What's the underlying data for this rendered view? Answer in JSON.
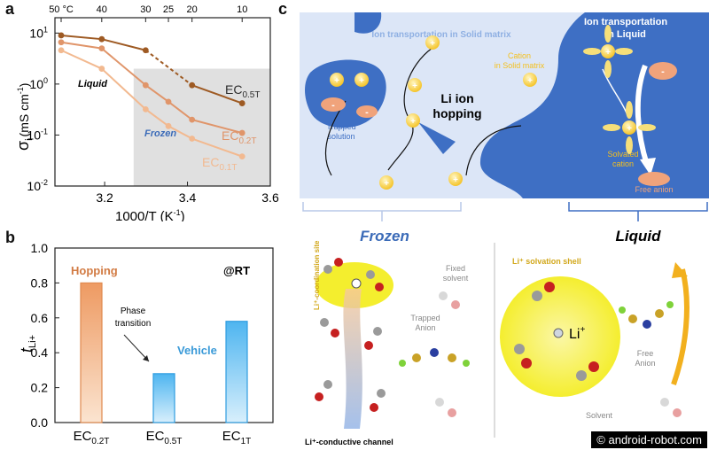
{
  "panel_a": {
    "letter": "a",
    "top_axis": {
      "labels": [
        "50 °C",
        "40",
        "30",
        "25",
        "20",
        "10"
      ],
      "x": [
        3.095,
        3.193,
        3.299,
        3.354,
        3.411,
        3.532
      ]
    },
    "ylabel": "σ",
    "ylabel_sub": "i",
    "ylabel_unit": "(mS cm",
    "ylabel_unit_sup": "-1",
    "ylabel_unit_end": ")",
    "xlabel": "1000/T (K",
    "xlabel_sup": "-1",
    "xlabel_end": ")",
    "liquid_label": "Liquid",
    "frozen_label": "Frozen"
  },
  "panel_b": {
    "letter": "b",
    "ylabel": "t",
    "ylabel_sub": "Li+",
    "rt_label": "@RT",
    "hopping_label": "Hopping",
    "vehicle_label": "Vehicle",
    "phase_label_1": "Phase",
    "phase_label_2": "transition"
  },
  "panel_c": {
    "letter": "c",
    "ion_solid": "Ion transportation in Solid matrix",
    "ion_liquid_1": "Ion transportation",
    "ion_liquid_2": "in Liquid",
    "cation_solid_1": "Cation",
    "cation_solid_2": "in Solid matrix",
    "li_hop_1": "Li ion",
    "li_hop_2": "hopping",
    "trapped_1": "Trapped",
    "trapped_2": "solution",
    "solvated_1": "Solvated",
    "solvated_2": "cation",
    "free_anion": "Free anion",
    "plus": "+",
    "minus": "-",
    "frozen_title": "Frozen",
    "liquid_title": "Liquid",
    "coord_site": "Li⁺-coordination site",
    "fixed_1": "Fixed",
    "fixed_2": "solvent",
    "trapped_anion_1": "Trapped",
    "trapped_anion_2": "Anion",
    "channel": "Li⁺-conductive channel",
    "solv_shell": "Li⁺ solvation shell",
    "li_center": "Li",
    "li_center_sup": "+",
    "free_anion_2_1": "Free",
    "free_anion_2_2": "Anion",
    "solvent": "Solvent",
    "colors": {
      "solid_bg": "#dce6f7",
      "liquid_bg": "#3e6fc4",
      "cation": "#f6c531",
      "anion": "#f0a37b",
      "shell": "#f7f02a"
    }
  },
  "watermark": "© android-robot.com",
  "chart_data": [
    {
      "type": "line",
      "title": "",
      "xlabel": "1000/T (K-1)",
      "ylabel": "σi (mS cm-1)",
      "yscale": "log",
      "xlim": [
        3.08,
        3.6
      ],
      "ylim": [
        0.01,
        20
      ],
      "xticks": [
        "3.2",
        "3.4",
        "3.6"
      ],
      "yticks": [
        "10-2",
        "10-1",
        "100",
        "101"
      ],
      "top_axis_labels": [
        "50 °C",
        "40",
        "30",
        "25",
        "20",
        "10"
      ],
      "shaded_region": {
        "x": [
          3.27,
          3.6
        ],
        "y": [
          0.01,
          2.0
        ]
      },
      "series": [
        {
          "name": "EC0.5T",
          "color": "#9e5a23",
          "x": [
            3.095,
            3.193,
            3.299,
            3.411,
            3.532
          ],
          "values": [
            9.0,
            7.6,
            4.6,
            0.95,
            0.42
          ],
          "dashed_segment": [
            2,
            3
          ]
        },
        {
          "name": "EC0.2T",
          "color": "#e0956a",
          "x": [
            3.095,
            3.193,
            3.299,
            3.354,
            3.411,
            3.532
          ],
          "values": [
            6.6,
            5.0,
            0.95,
            0.45,
            0.2,
            0.11
          ]
        },
        {
          "name": "EC0.1T",
          "color": "#f2b990",
          "x": [
            3.095,
            3.193,
            3.299,
            3.354,
            3.411,
            3.532
          ],
          "values": [
            4.6,
            2.0,
            0.32,
            0.15,
            0.085,
            0.038
          ]
        }
      ]
    },
    {
      "type": "bar",
      "title": "",
      "ylabel": "tLi+",
      "ylim": [
        0,
        1.0
      ],
      "yticks": [
        "0.0",
        "0.2",
        "0.4",
        "0.6",
        "0.8",
        "1.0"
      ],
      "categories": [
        "EC0.2T",
        "EC0.5T",
        "EC1T"
      ],
      "values": [
        0.8,
        0.28,
        0.58
      ]
    }
  ]
}
